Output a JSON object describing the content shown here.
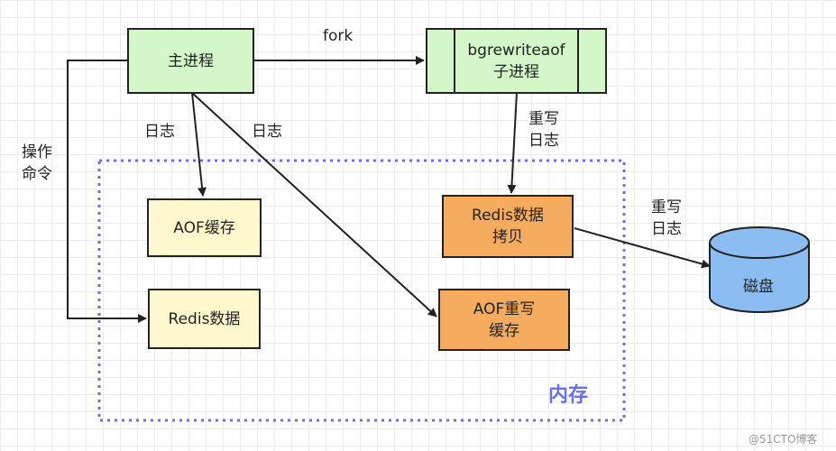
{
  "nodes": {
    "main_process": "主进程",
    "child_process": "bgrewriteaof\n子进程",
    "aof_buffer": "AOF缓存",
    "redis_data": "Redis数据",
    "redis_copy": "Redis数据\n拷贝",
    "aof_rewrite_buffer": "AOF重写\n缓存",
    "disk": "磁盘"
  },
  "edges": {
    "fork": "fork",
    "log_left": "日志",
    "log_right": "日志",
    "operation_cmd": "操作\n命令",
    "rewrite_log_top": "重写\n日志",
    "rewrite_log_disk": "重写\n日志"
  },
  "memory_label": "内存",
  "colors": {
    "green": "#d3f7c8",
    "yellow": "#fff8cc",
    "orange": "#f5ac5e",
    "disk": "#8cbdf2",
    "memory_border": "#6a6ef0"
  },
  "watermark": "@51CTO博客"
}
